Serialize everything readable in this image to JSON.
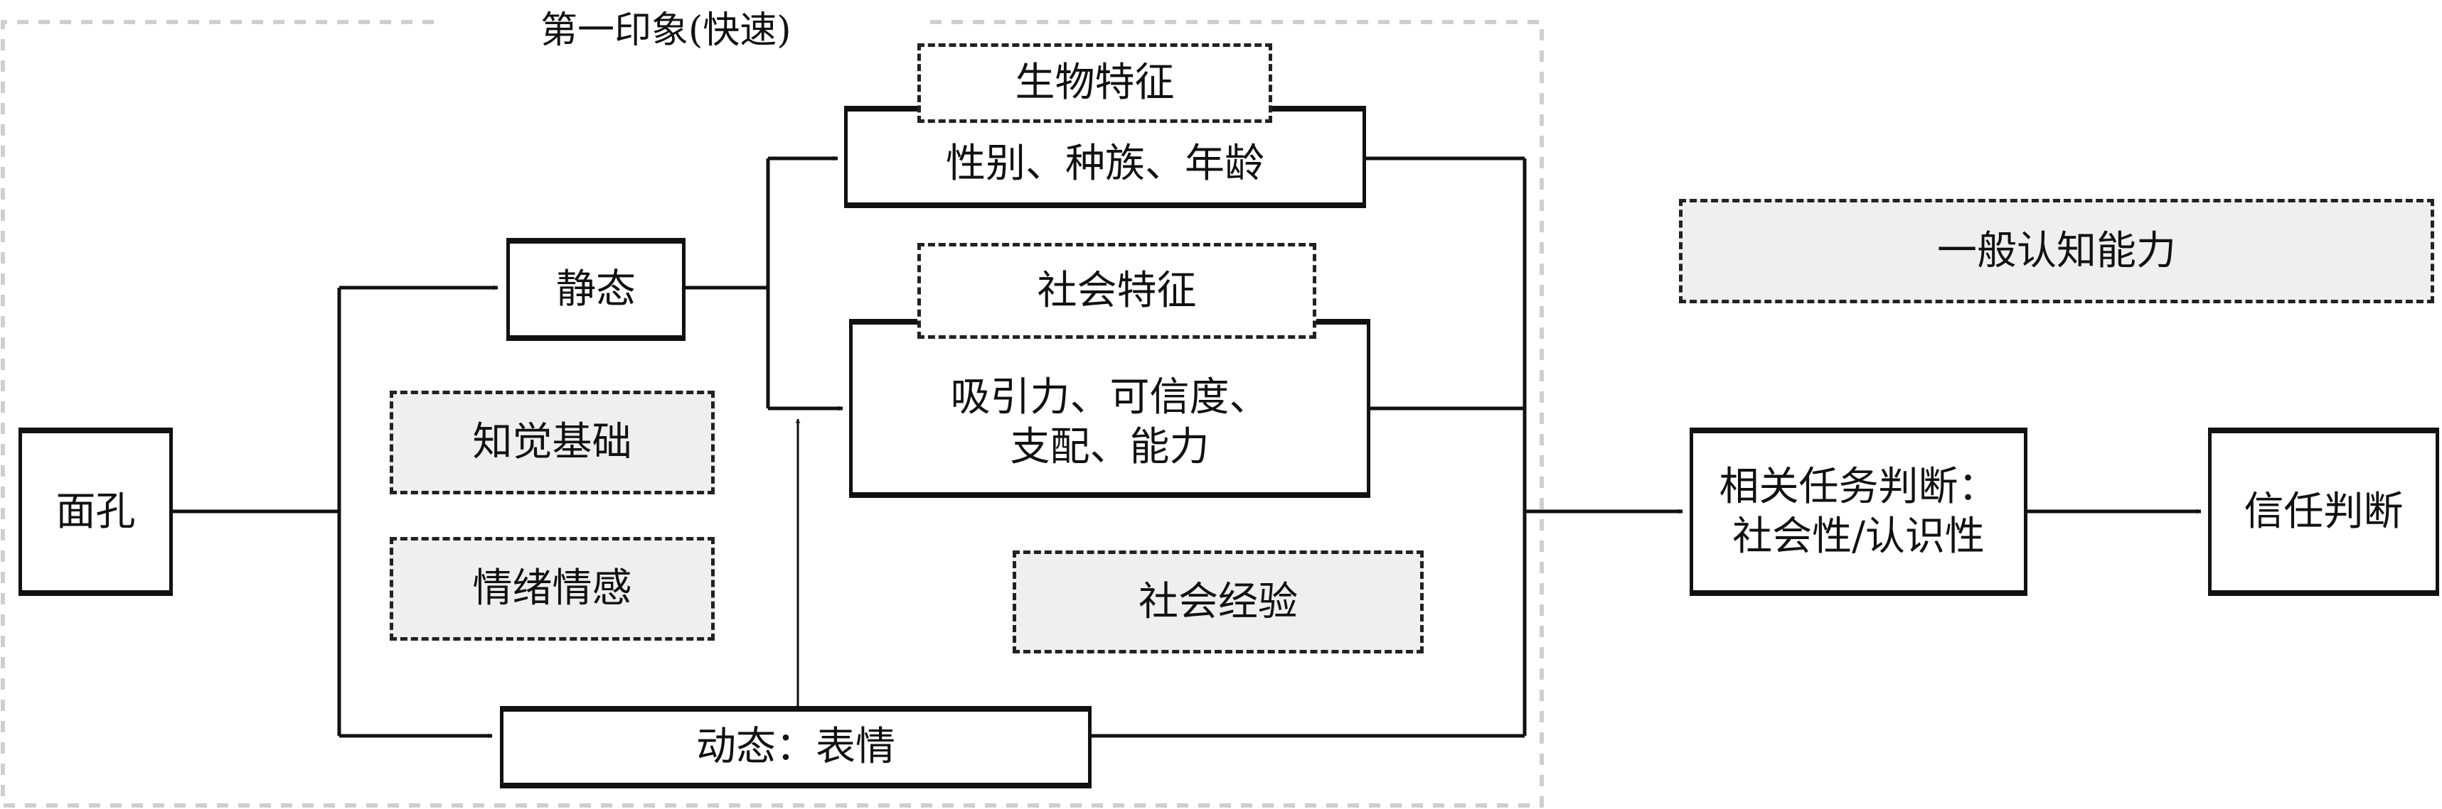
{
  "title": "第一印象(快速)",
  "nodes": {
    "face": "面孔",
    "static": "静态",
    "bio_feature_header": "生物特征",
    "bio_feature_content": "性别、种族、年龄",
    "social_feature_header": "社会特征",
    "social_feature_content": "吸引力、可信度、\n支配、能力",
    "perception_basis": "知觉基础",
    "emotion_affect": "情绪情感",
    "social_experience": "社会经验",
    "dynamic": "动态：表情",
    "general_cognition": "一般认知能力",
    "task_judgment": "相关任务判断：\n社会性/认识性",
    "trust_judgment": "信任判断"
  },
  "colors": {
    "line": "#111111",
    "frame": "#cfcfcf",
    "moderator_fill": "#efefef"
  }
}
